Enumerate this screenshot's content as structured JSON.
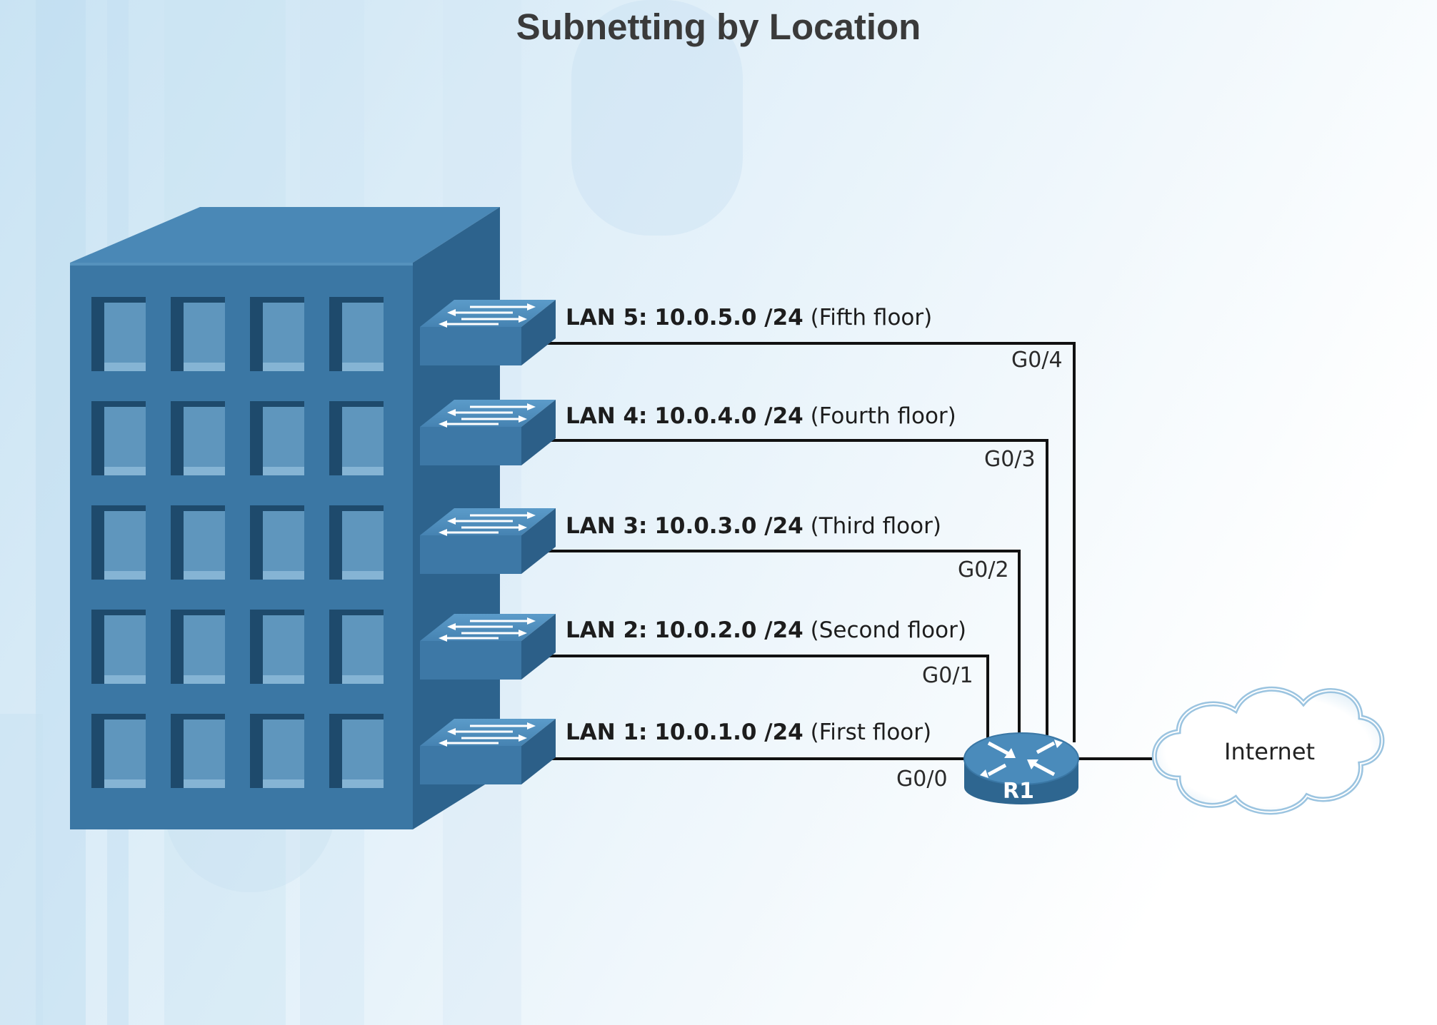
{
  "title": "Subnetting by Location",
  "lans": [
    {
      "name": "LAN 5:",
      "subnet": "10.0.5.0 /24",
      "location": "(Fifth floor)",
      "port": "G0/4"
    },
    {
      "name": "LAN 4:",
      "subnet": "10.0.4.0 /24",
      "location": "(Fourth floor)",
      "port": "G0/3"
    },
    {
      "name": "LAN 3:",
      "subnet": "10.0.3.0 /24",
      "location": "(Third floor)",
      "port": "G0/2"
    },
    {
      "name": "LAN 2:",
      "subnet": "10.0.2.0 /24",
      "location": "(Second floor)",
      "port": "G0/1"
    },
    {
      "name": "LAN 1:",
      "subnet": "10.0.1.0 /24",
      "location": "(First floor)",
      "port": "G0/0"
    }
  ],
  "router": {
    "label": "R1",
    "icon": "router-icon"
  },
  "cloud": {
    "label": "Internet",
    "icon": "cloud-icon"
  },
  "building": {
    "icon": "building-icon"
  },
  "switch_icon": "switch-icon",
  "colors": {
    "building": "#3a76a3",
    "device": "#3d7aa8",
    "link": "#111111",
    "background": "#d8ebf6"
  }
}
